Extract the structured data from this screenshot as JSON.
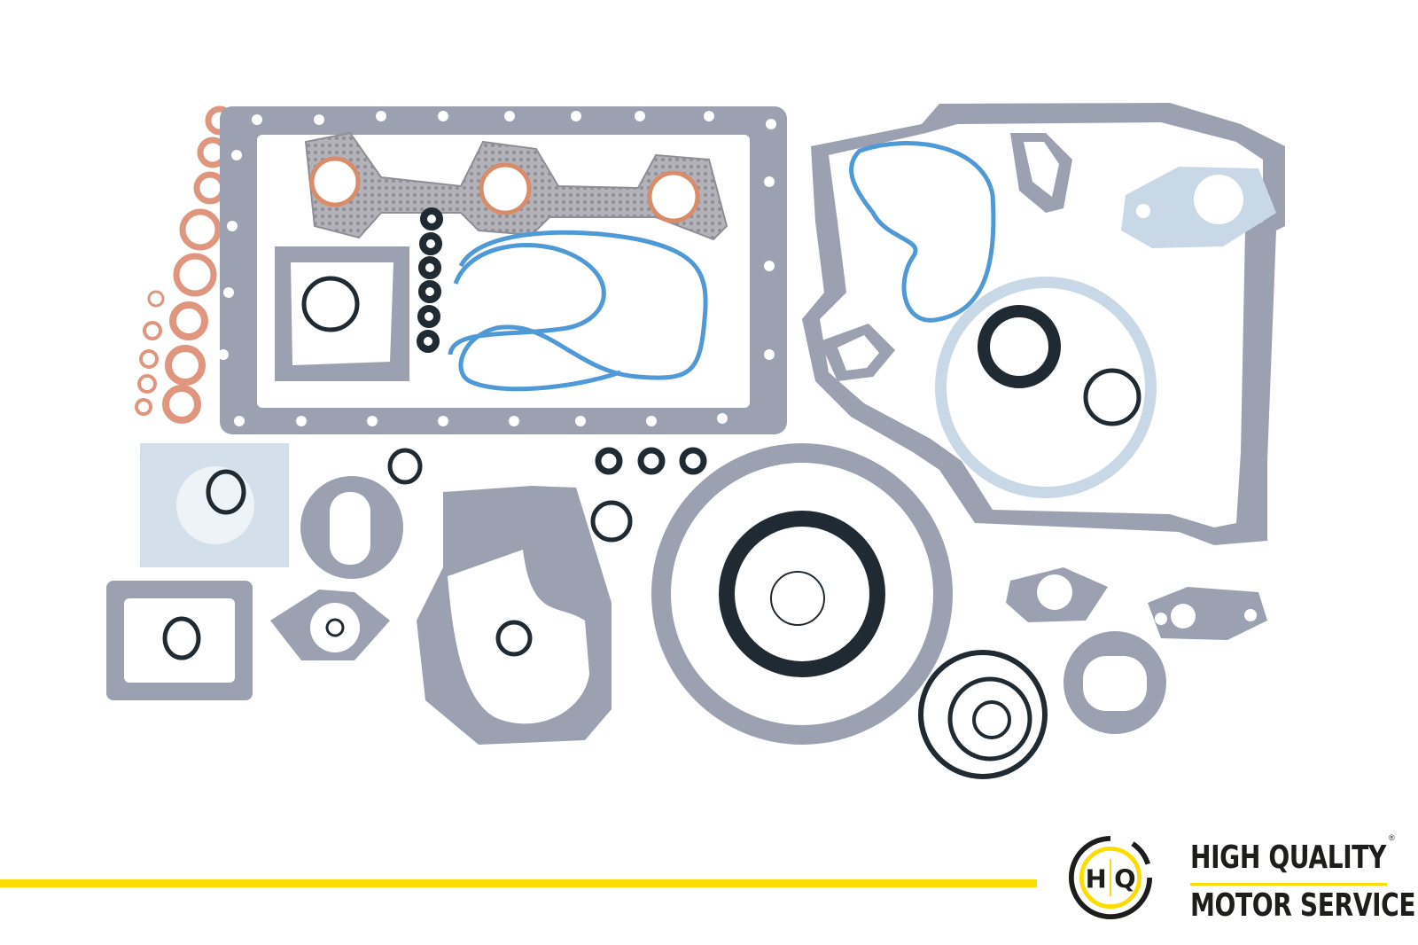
{
  "image": {
    "subject": "Engine gasket set product photo",
    "background_color": "#ffffff",
    "colors": {
      "fiber_gasket": "#9ba1b1",
      "fiber_gasket_light": "#c9d8e6",
      "copper_washer": "#e0967e",
      "rubber_seal": "#1f2a33",
      "blue_silicone": "#4f9ad6",
      "metal_gasket": "#a8a8ae",
      "accent_yellow": "#fddc00",
      "brand_text": "#1d1d1b"
    }
  },
  "brand": {
    "badge_letters": "H|Q",
    "badge_h": "H",
    "badge_q": "Q",
    "line1": "HIGH QUALITY",
    "line2": "MOTOR SERVICE",
    "registered_mark": "®"
  }
}
